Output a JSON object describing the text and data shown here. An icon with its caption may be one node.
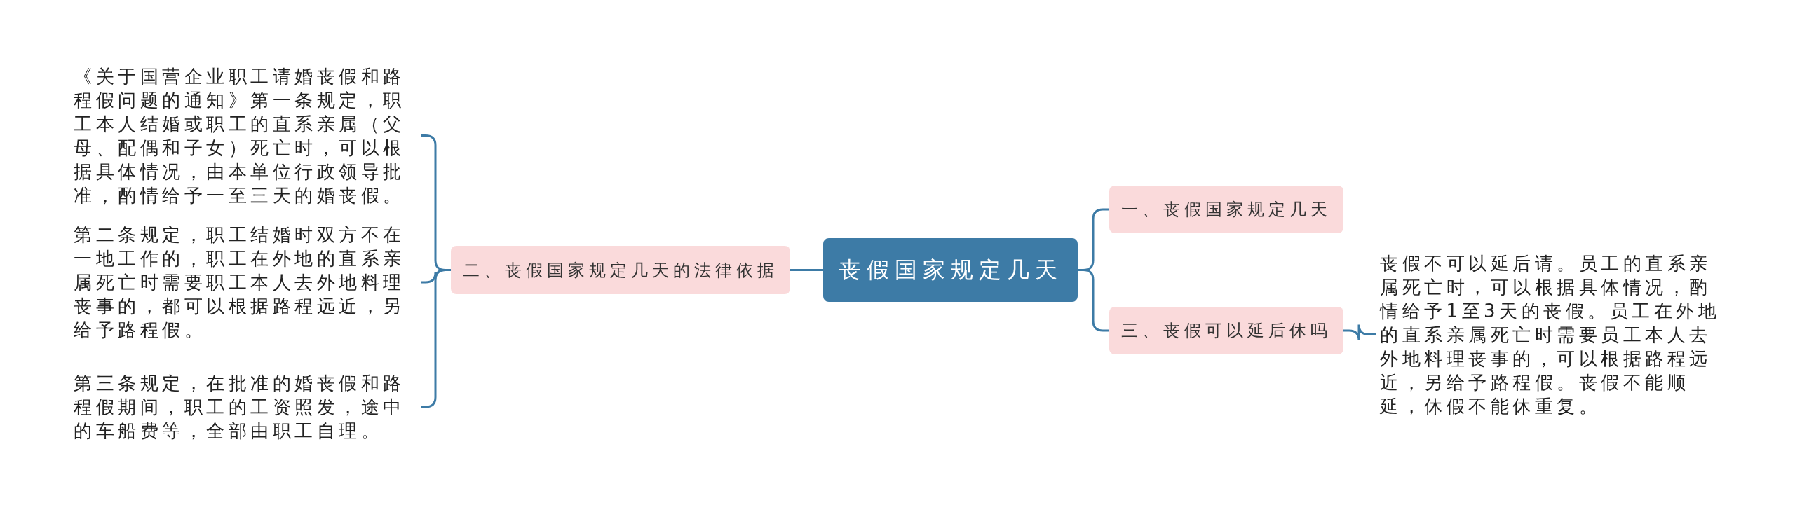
{
  "diagram": {
    "nodes": [
      {
        "text": [
          "丧假国家规定几天"
        ]
      },
      {
        "text": [
          "二、丧假国家规定几天的法律依据"
        ]
      },
      {
        "text": [
          "《关于国营企业职工请婚丧假和路程假问题的通知》第一条规定，职工本人结婚或职工的直系亲属（父母、配偶和子女）死亡时，可以根据具体情况，由本单位行政领导批准，酌情给予一至三天的婚丧假。"
        ]
      },
      {
        "text": [
          "第二条规定，职工结婚时双方不在一地工作的，职工在外地的直系亲属死亡时需要职工本人去外地料理丧事的，都可以根据路程远近，另给予路程假。"
        ]
      },
      {
        "text": [
          "第三条规定，在批准的婚丧假和路程假期间，职工的工资照发，途中的车船费等，全部由职工自理。"
        ]
      },
      {
        "text": [
          "一、丧假国家规定几天"
        ]
      },
      {
        "text": [
          "三、丧假可以延后休吗"
        ]
      },
      {
        "text": [
          "丧假不可以延后请。员工的直系亲属死亡时，可以根据具体情况，酌情给予1至3天的丧假。员工在外地的直系亲属死亡时需要员工本人去外地料理丧事的，可以根据路程远近，另给予路程假。丧假不能顺延，休假不能休重复。"
        ]
      }
    ],
    "edges": [
      {
        "from": 0,
        "to": 1,
        "arrow": "none"
      },
      {
        "from": 1,
        "to": 2,
        "arrow": "none"
      },
      {
        "from": 1,
        "to": 3,
        "arrow": "none"
      },
      {
        "from": 1,
        "to": 4,
        "arrow": "none"
      },
      {
        "from": 0,
        "to": 5,
        "arrow": "none"
      },
      {
        "from": 0,
        "to": 6,
        "arrow": "none"
      },
      {
        "from": 6,
        "to": 7,
        "arrow": "none"
      }
    ]
  }
}
